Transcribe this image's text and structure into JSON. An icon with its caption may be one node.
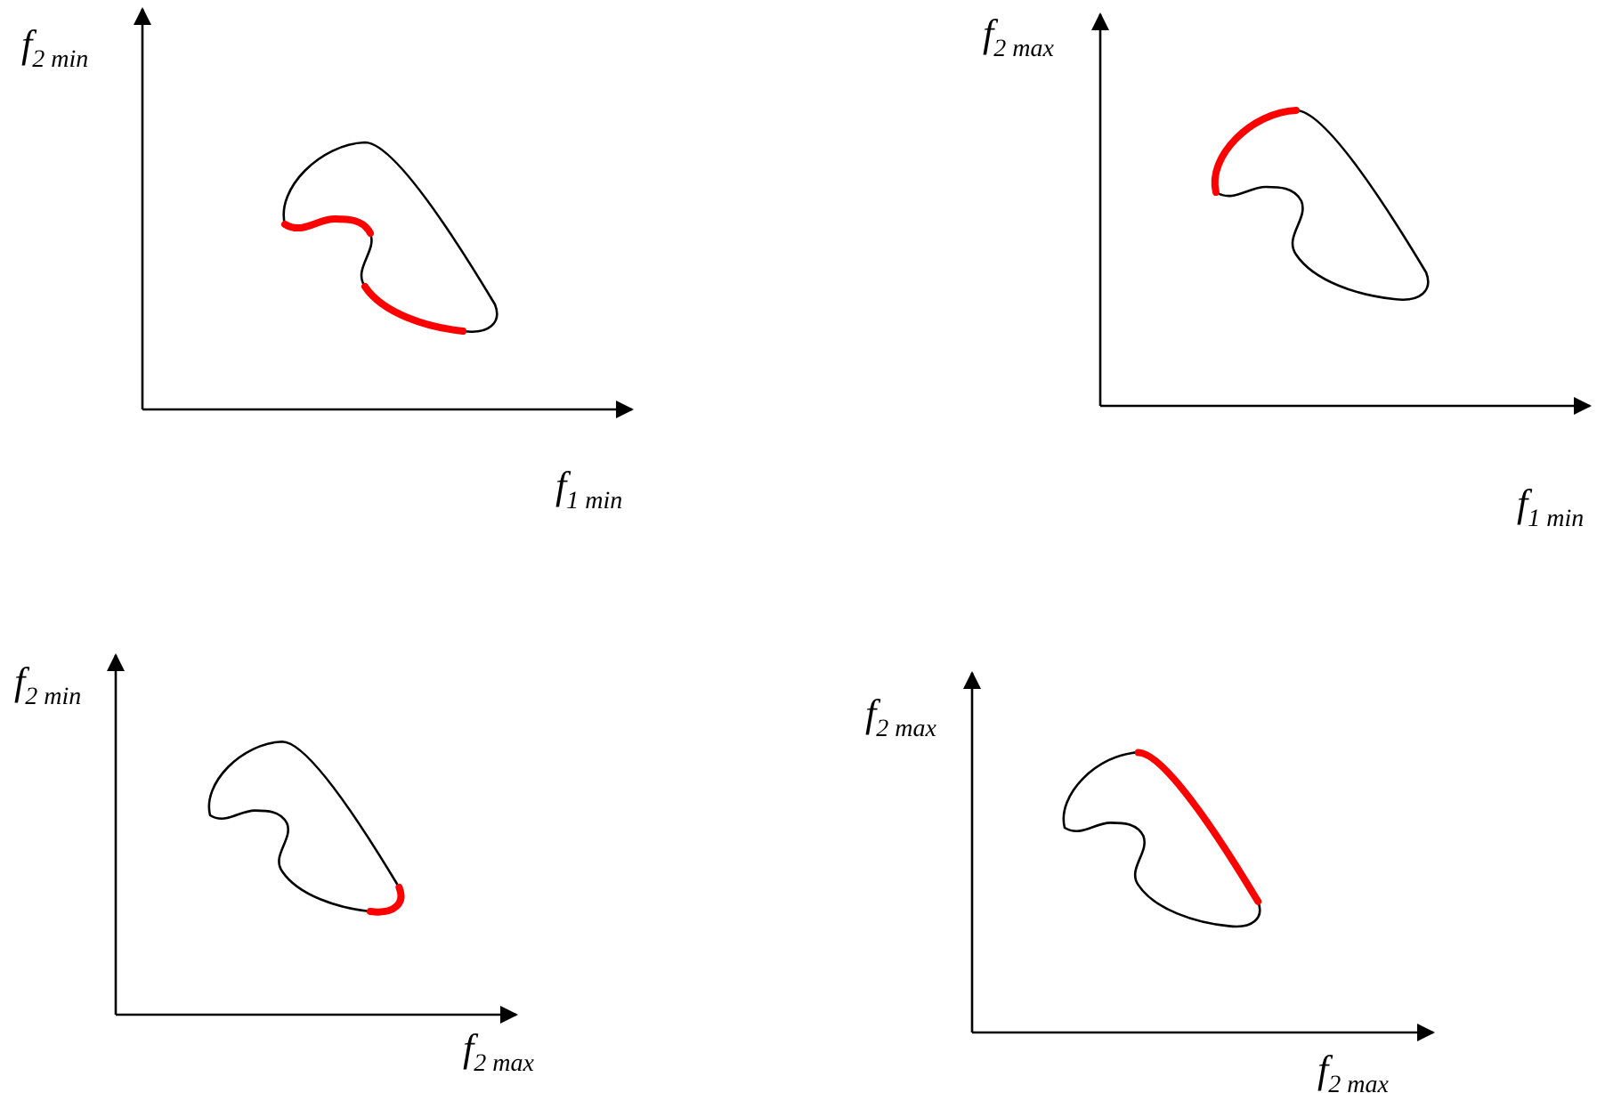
{
  "diagram": {
    "labels": [
      "f$_{2 min}$",
      "f$_{2 max}$",
      "f$_{1 min}$",
      "f$_{1 min}$",
      "f$_{2 min}$",
      "f$_{2 max}$",
      "f$_{2 max}$",
      "f$_{2 max}$"
    ]
  }
}
